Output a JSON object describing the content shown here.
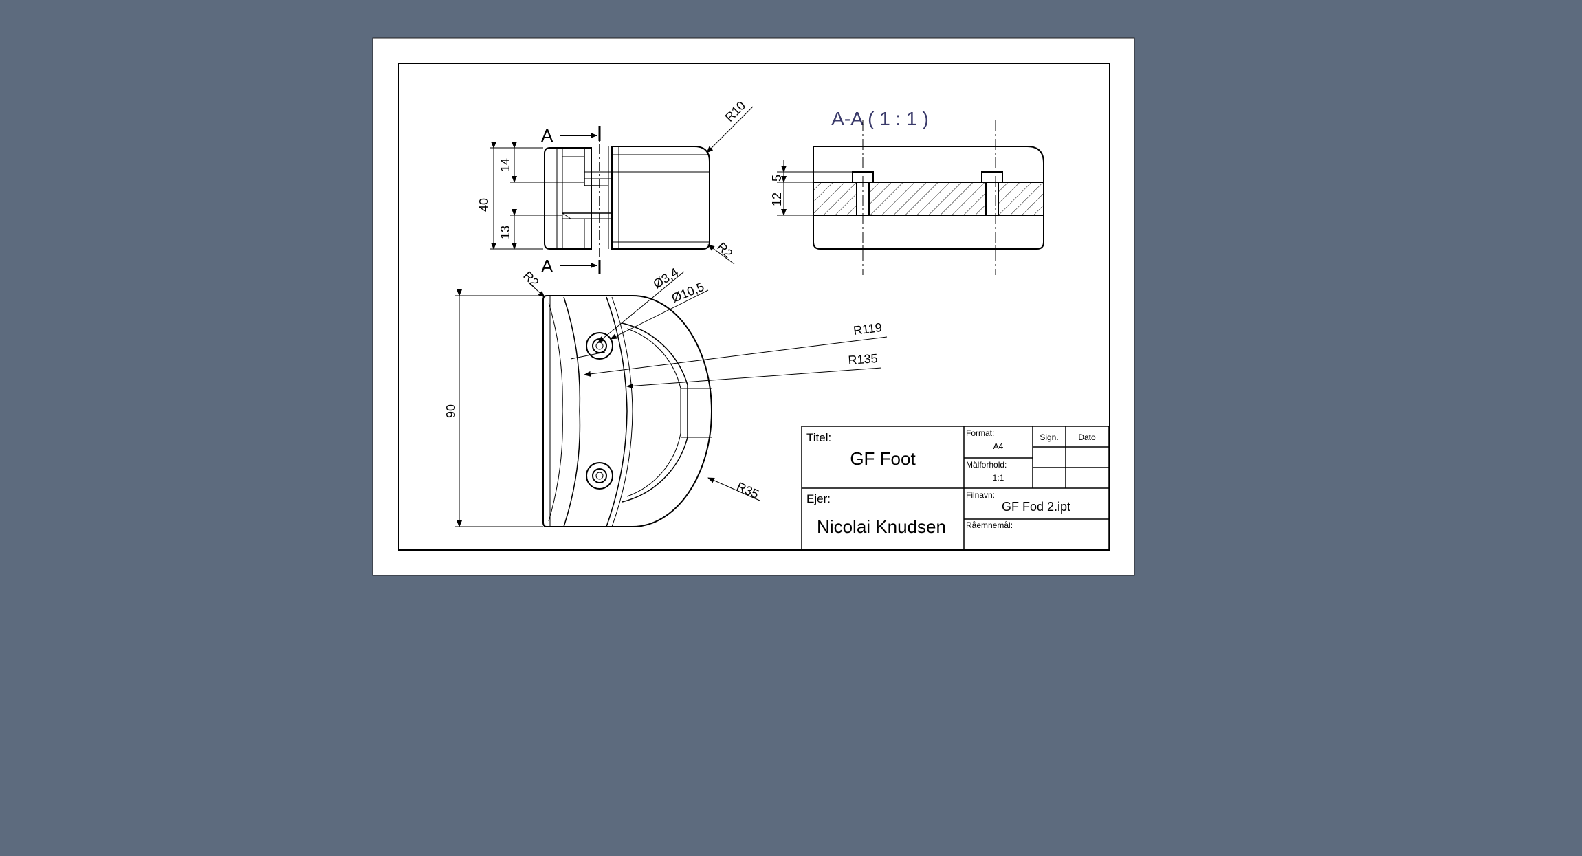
{
  "colors": {
    "background": "#5d6b7e",
    "sheet": "#ffffff",
    "line": "#000000",
    "section_title": "#3a3a6a"
  },
  "views": {
    "section_markers": [
      "A",
      "A"
    ],
    "section_title": "A-A ( 1 : 1 )"
  },
  "dimensions": {
    "front_total_height": "40",
    "front_top": "14",
    "front_bottom": "13",
    "radius_r10": "R10",
    "radius_r2_front": "R2",
    "section_5": "5",
    "section_12": "12",
    "top_r2": "R2",
    "hole_small": "Ø3,4",
    "hole_large": "Ø10,5",
    "radius_r119": "R119",
    "radius_r135": "R135",
    "top_height": "90",
    "radius_r35": "R35"
  },
  "title_block": {
    "titel_label": "Titel:",
    "titel_value": "GF Foot",
    "format_label": "Format:",
    "format_value": "A4",
    "sign_label": "Sign.",
    "dato_label": "Dato",
    "malforhold_label": "Målforhold:",
    "malforhold_value": "1:1",
    "ejer_label": "Ejer:",
    "ejer_value": "Nicolai Knudsen",
    "filnavn_label": "Filnavn:",
    "filnavn_value": "GF Fod 2.ipt",
    "raemnemal_label": "Råemnemål:"
  }
}
